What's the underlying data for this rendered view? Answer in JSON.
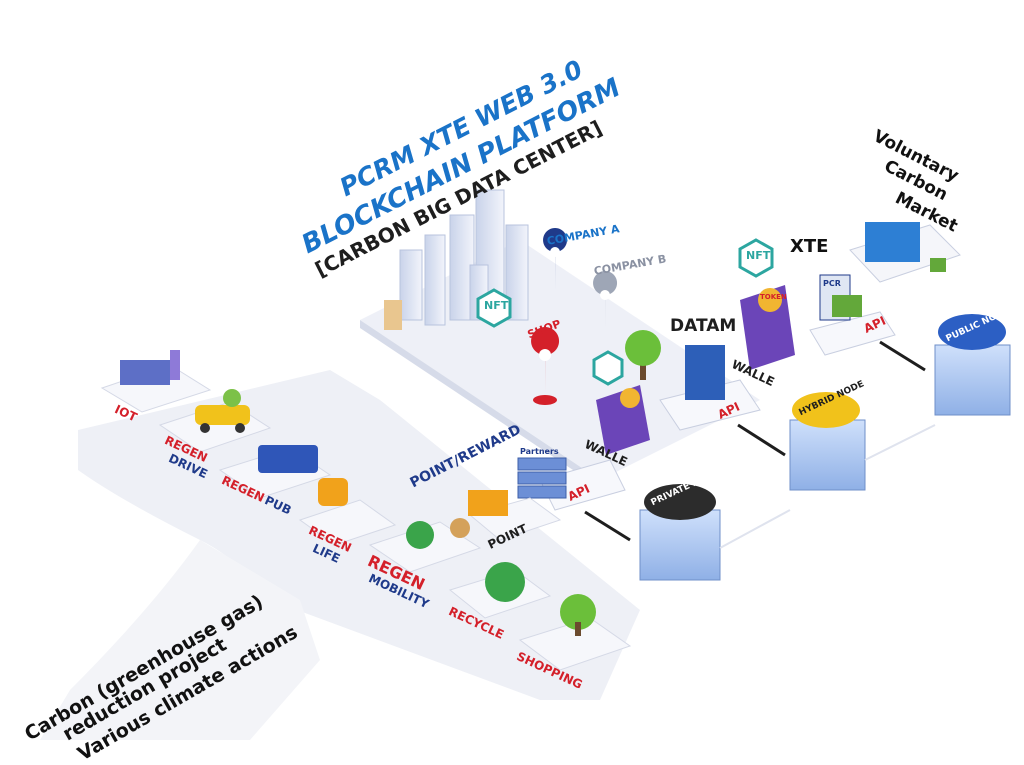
{
  "title": {
    "line1": "PCRM XTE WEB 3.0",
    "line2": "BLOCKCHAIN PLATFORM",
    "line3": "[CARBON BIG DATA CENTER]"
  },
  "market": {
    "line1": "Voluntary",
    "line2": "Carbon",
    "line3": "Market"
  },
  "bottom": {
    "line1": "Carbon (greenhouse gas)",
    "line2": "reduction project",
    "line3": "Various climate actions"
  },
  "tiles": {
    "iot": "IOT",
    "drive_a": "REGEN",
    "drive_b": "DRIVE",
    "pub_a": "REGEN",
    "pub_b": "PUB",
    "life_a": "REGEN",
    "life_b": "LIFE",
    "mobility_a": "REGEN",
    "mobility_b": "MOBILITY",
    "recycle": "RECYCLE",
    "shopping": "SHOPPING",
    "point": "POINT"
  },
  "labels": {
    "point_reward": "POINT/REWARD",
    "company_a": "COMPANY A",
    "company_b": "COMPANY B",
    "shop": "SHOP",
    "nft": "NFT",
    "wallet": "WALLE",
    "api": "API",
    "datam": "DATAM",
    "xte": "XTE",
    "token": "TOKEN",
    "pcr": "PCR",
    "partners": "Partners",
    "private_node": "PRIVATE NODE",
    "hybrid_node": "HYBRID NODE",
    "public_node": "PUBLIC NODE"
  },
  "colors": {
    "title_blue": "#1a73c8",
    "red": "#d4202a",
    "navy": "#1f3a8a",
    "platform": "#eef0f7"
  }
}
